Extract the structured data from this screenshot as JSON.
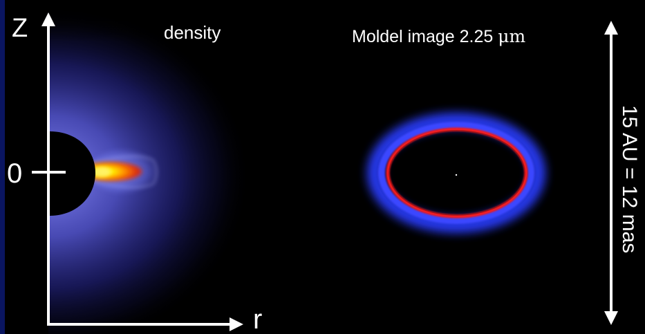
{
  "density_panel": {
    "title": "density",
    "axis_z_label": "Z",
    "axis_r_label": "r",
    "zero_tick_label": "0"
  },
  "image_panel": {
    "title_prefix": "Moldel image 2.25 ",
    "title_unit": "μm"
  },
  "scale_bar": {
    "label": "15 AU = 12 mas"
  },
  "colors": {
    "background": "#000000",
    "left_edge_strip": "#0a1560",
    "halo_blue": "#4a4dd8",
    "ring_red": "#ff1a1a",
    "ring_blue": "#2a3cff",
    "plume_yellow": "#fff200",
    "plume_orange": "#ff6a00",
    "axes": "#ffffff"
  }
}
